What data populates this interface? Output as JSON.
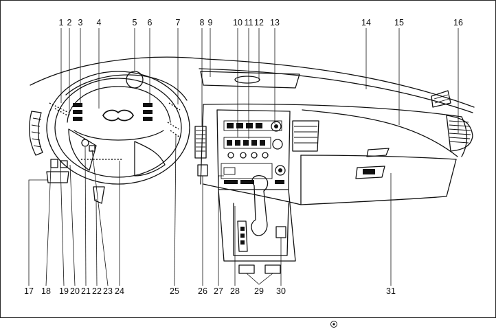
{
  "callouts": {
    "top": [
      "1",
      "2",
      "3",
      "4",
      "5",
      "6",
      "7",
      "8",
      "9",
      "10",
      "11",
      "12",
      "13",
      "14",
      "15",
      "16"
    ],
    "bottom": [
      "17",
      "18",
      "19",
      "20",
      "21",
      "22",
      "23",
      "24",
      "25",
      "26",
      "27",
      "28",
      "29",
      "30",
      "31"
    ]
  },
  "marks": {
    "infiniti_logo": "infiniti-logo-icon",
    "seal": "registered-mark-icon"
  }
}
